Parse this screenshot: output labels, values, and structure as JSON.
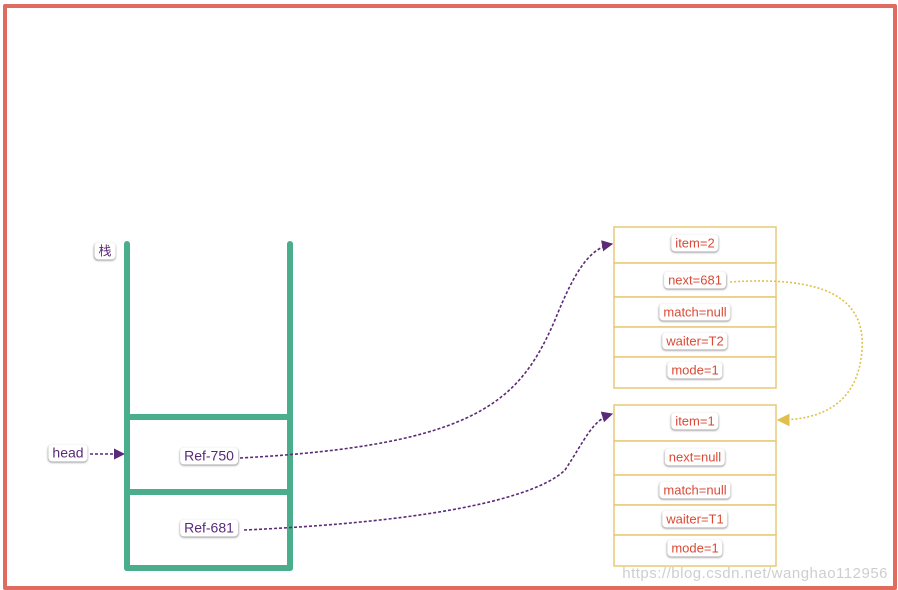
{
  "stack": {
    "title": "栈",
    "pointer_label": "head",
    "slots": [
      "Ref-750",
      "Ref-681"
    ]
  },
  "nodes": [
    {
      "fields": [
        "item=2",
        "next=681",
        "match=null",
        "waiter=T2",
        "mode=1"
      ]
    },
    {
      "fields": [
        "item=1",
        "next=null",
        "match=null",
        "waiter=T1",
        "mode=1"
      ]
    }
  ],
  "watermark": "https://blog.csdn.net/wanghao112956",
  "colors": {
    "frame": "#e06b5f",
    "stack": "#4aae8c",
    "node_border": "#e8c87a",
    "pointer": "#5a2a78",
    "next_link": "#e0c04a",
    "field_text": "#d94a36"
  }
}
